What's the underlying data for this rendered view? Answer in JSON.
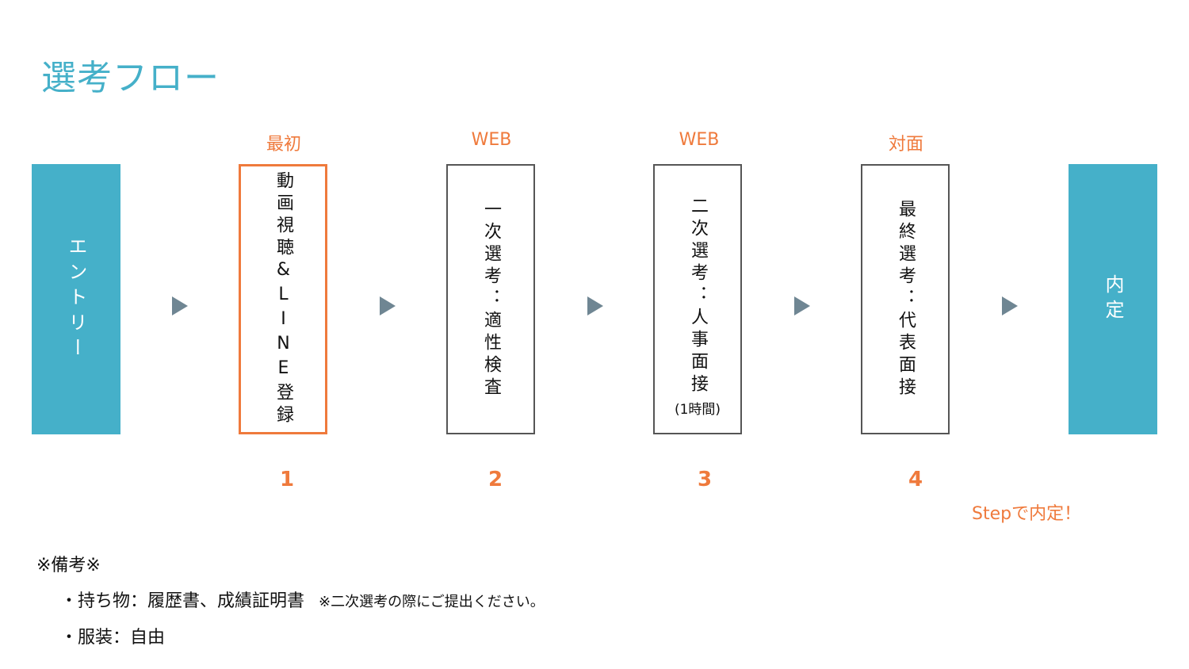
{
  "title": "選考フロー",
  "flow": {
    "start": {
      "text": "エントリー"
    },
    "steps": [
      {
        "stage": "最初",
        "text": "動画視聴&LINE登録",
        "note": "",
        "number": "1"
      },
      {
        "stage": "WEB",
        "text": "一次選考：適性検査",
        "note": "",
        "number": "2"
      },
      {
        "stage": "WEB",
        "text": "二次選考：人事面接",
        "note": "(1時間)",
        "number": "3"
      },
      {
        "stage": "対面",
        "text": "最終選考：代表面接",
        "note": "",
        "number": "4"
      }
    ],
    "end": {
      "text": "内定"
    },
    "tagline": "Stepで内定！"
  },
  "notes": {
    "heading": "※備考※",
    "items": [
      {
        "text": "・持ち物：履歴書、成績証明書",
        "aside": "※二次選考の際にご提出ください。"
      },
      {
        "text": "・服装：自由",
        "aside": ""
      }
    ]
  },
  "colors": {
    "accent_teal": "#45b0c9",
    "accent_orange": "#ef7a3c",
    "arrow": "#6f8693",
    "box_border": "#555555"
  }
}
